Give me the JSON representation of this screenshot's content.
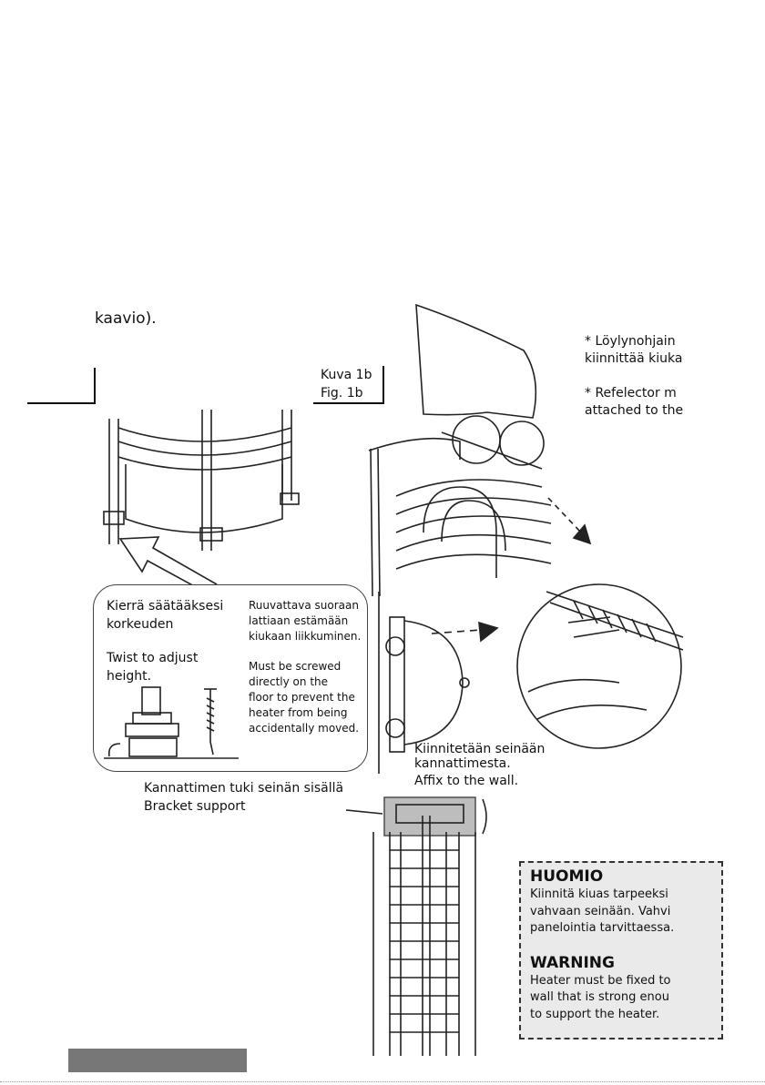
{
  "intro": {
    "text": "kaavio)."
  },
  "figure": {
    "label_fi": "Kuva 1b",
    "label_en": "Fig. 1b"
  },
  "reflector_note": {
    "fi_line1": "* Löylynohjain",
    "fi_line2": "kiinnittää kiuka",
    "en_line1": "* Refelector m",
    "en_line2": "attached to the"
  },
  "callout": {
    "twist_fi_1": "Kierrä säätääksesi",
    "twist_fi_2": "korkeuden",
    "twist_en_1": "Twist to adjust",
    "twist_en_2": "height.",
    "screw_fi": [
      "Ruuvattava suoraan",
      "lattiaan estämään",
      "kiukaan liikkuminen."
    ],
    "screw_en": [
      "Must be screwed",
      "directly on the",
      "floor to prevent the",
      "heater  from being",
      "accidentally moved."
    ]
  },
  "wall_note": {
    "fi_line1": "Kiinnitetään seinään",
    "fi_line2": "kannattimesta.",
    "en": "Affix to the wall."
  },
  "bracket_note": {
    "fi": "Kannattimen tuki seinän sisällä",
    "en": "Bracket support"
  },
  "notice": {
    "title_fi": "HUOMIO",
    "fi_lines": [
      "Kiinnitä kiuas tarpeeksi",
      "vahvaan seinään. Vahvi",
      "panelointia tarvittaessa."
    ],
    "title_en": "WARNING",
    "en_lines": [
      "Heater must be fixed to",
      "wall that is strong enou",
      "to support the heater."
    ]
  }
}
